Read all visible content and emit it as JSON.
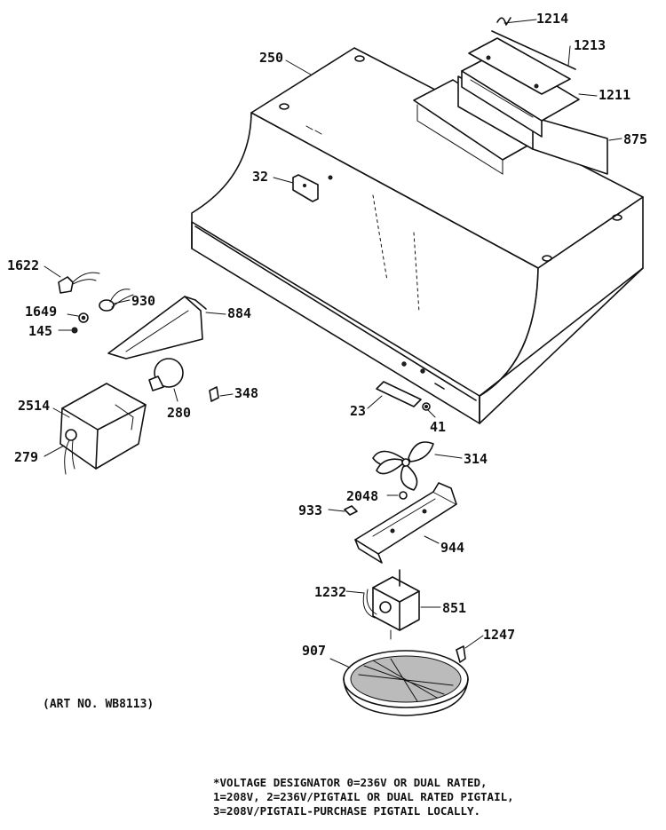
{
  "parts": {
    "p1214": "1214",
    "p1213": "1213",
    "p1211": "1211",
    "p875": "875",
    "p250": "250",
    "p32": "32",
    "p1622": "1622",
    "p930": "930",
    "p1649": "1649",
    "p884": "884",
    "p145": "145",
    "p348": "348",
    "p2514": "2514",
    "p280": "280",
    "p279": "279",
    "p23": "23",
    "p41": "41",
    "p314": "314",
    "p2048": "2048",
    "p933": "933",
    "p944": "944",
    "p1232": "1232",
    "p851": "851",
    "p907": "907",
    "p1247": "1247"
  },
  "art_number": "(ART NO. WB8113)",
  "footnote": {
    "line1": "*VOLTAGE DESIGNATOR 0=236V OR DUAL RATED,",
    "line2": "1=208V, 2=236V/PIGTAIL OR DUAL RATED PIGTAIL,",
    "line3": "3=208V/PIGTAIL-PURCHASE PIGTAIL LOCALLY."
  }
}
